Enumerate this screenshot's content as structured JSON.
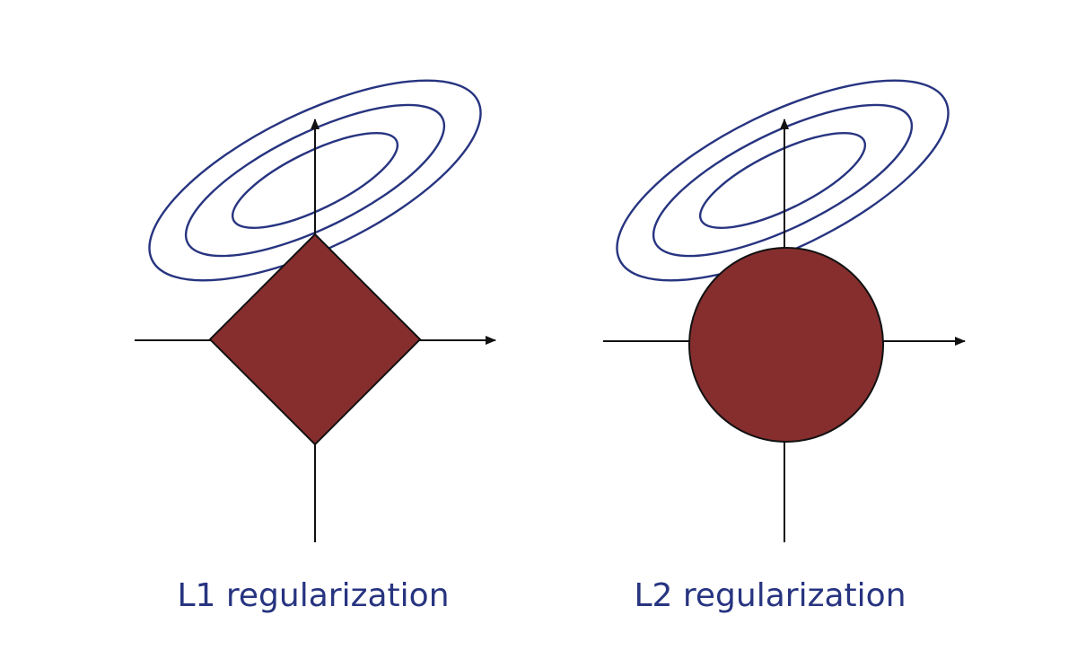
{
  "panels": [
    {
      "id": "l1",
      "label": "L1 regularization",
      "constraint": "diamond"
    },
    {
      "id": "l2",
      "label": "L2 regularization",
      "constraint": "circle"
    }
  ],
  "colors": {
    "constraint_fill": "#862e2e",
    "contour": "#273480",
    "label": "#273480",
    "axis": "#111111"
  }
}
